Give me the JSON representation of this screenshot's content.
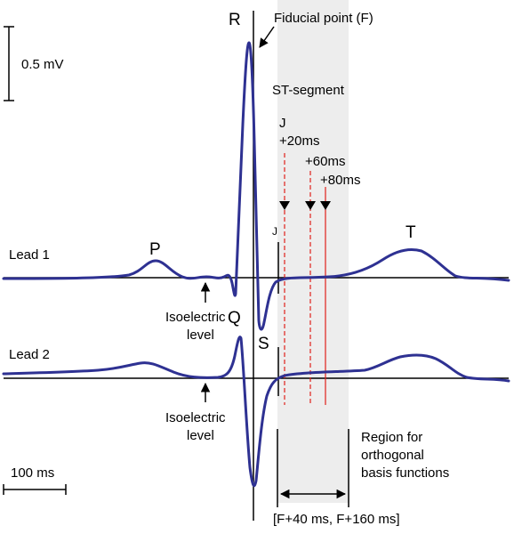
{
  "scale_bars": {
    "amplitude": "0.5 mV",
    "time": "100 ms"
  },
  "waves": {
    "P": "P",
    "Q": "Q",
    "R": "R",
    "S": "S",
    "T": "T"
  },
  "labels": {
    "fiducial_point": "Fiducial point (F)",
    "st_segment": "ST-segment",
    "j_point": "J",
    "j_small": "J",
    "plus_20ms": "+20ms",
    "plus_60ms": "+60ms",
    "plus_80ms": "+80ms",
    "lead_1": "Lead 1",
    "lead_2": "Lead 2",
    "isoelectric_line1": "Isoelectric",
    "isoelectric_line2": "level",
    "region_line1": "Region for",
    "region_line2": "orthogonal",
    "region_line3": "basis functions",
    "region_range": "[F+40 ms, F+160 ms]"
  },
  "colors": {
    "trace": "#2e3192",
    "marker_red": "#e0201b",
    "region_shade": "#ededed",
    "axis": "#000000"
  }
}
